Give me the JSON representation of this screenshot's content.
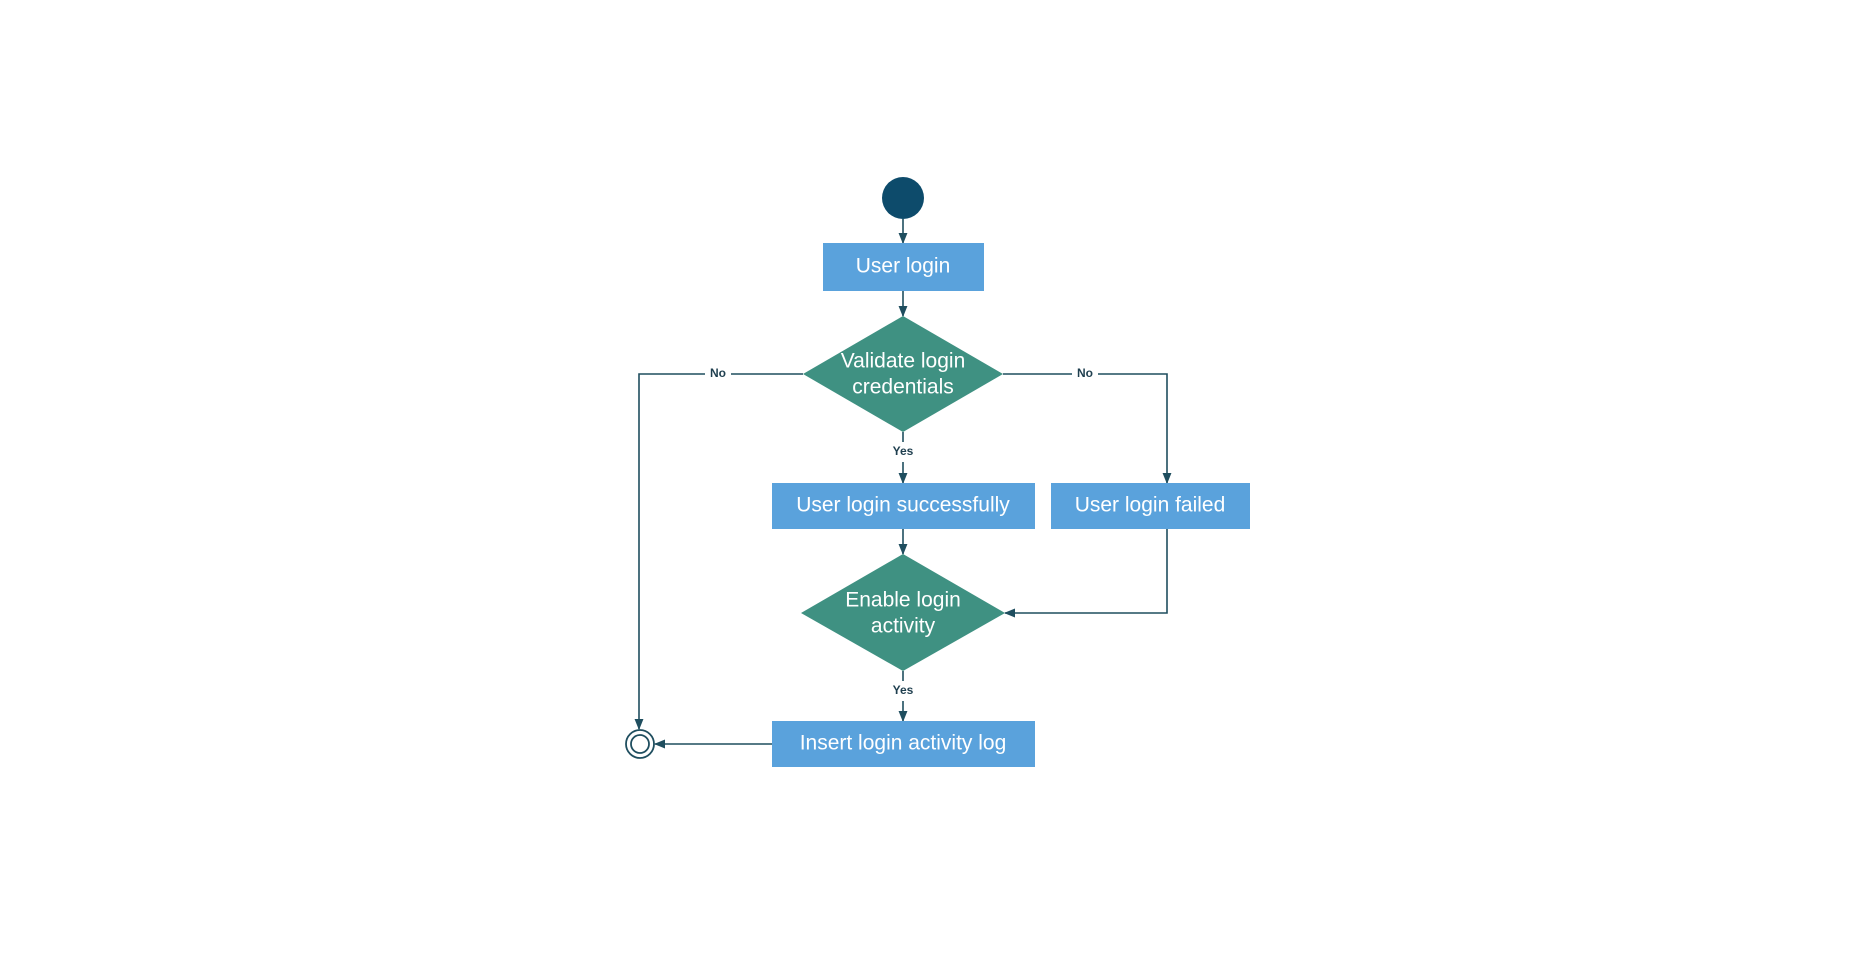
{
  "diagram": {
    "type": "uml-activity",
    "colors": {
      "action": "#5aa2dc",
      "decision": "#3f9182",
      "start": "#0d4b6b",
      "edge": "#1f4e5f",
      "text": "#ffffff"
    },
    "nodes": {
      "start": {
        "kind": "initial"
      },
      "user_login": {
        "kind": "action",
        "label": "User login"
      },
      "validate": {
        "kind": "decision",
        "line1": "Validate login",
        "line2": "credentials"
      },
      "success": {
        "kind": "action",
        "label": "User login successfully"
      },
      "failed": {
        "kind": "action",
        "label": "User login failed"
      },
      "enable": {
        "kind": "decision",
        "line1": "Enable login",
        "line2": "activity"
      },
      "insert_log": {
        "kind": "action",
        "label": "Insert login activity log"
      },
      "end": {
        "kind": "final"
      }
    },
    "edges": [
      {
        "from": "start",
        "to": "user_login",
        "label": ""
      },
      {
        "from": "user_login",
        "to": "validate",
        "label": ""
      },
      {
        "from": "validate",
        "to": "success",
        "label": "Yes"
      },
      {
        "from": "validate",
        "to": "failed",
        "label": "No"
      },
      {
        "from": "validate",
        "to": "end",
        "label": "No"
      },
      {
        "from": "success",
        "to": "enable",
        "label": ""
      },
      {
        "from": "failed",
        "to": "enable",
        "label": ""
      },
      {
        "from": "enable",
        "to": "insert_log",
        "label": "Yes"
      },
      {
        "from": "insert_log",
        "to": "end",
        "label": ""
      }
    ]
  }
}
